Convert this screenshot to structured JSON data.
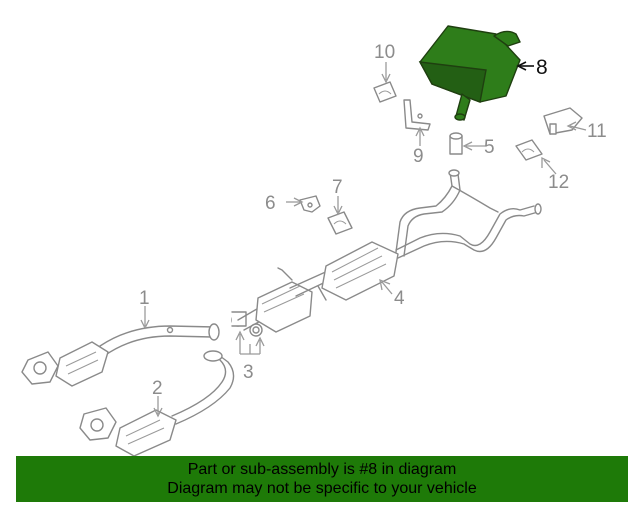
{
  "callouts": {
    "c1": "1",
    "c2": "2",
    "c3": "3",
    "c4": "4",
    "c5": "5",
    "c6": "6",
    "c7": "7",
    "c8": "8",
    "c9": "9",
    "c10": "10",
    "c11": "11",
    "c12": "12"
  },
  "highlight_part": "8",
  "colors": {
    "highlight": "#2e7d1a",
    "banner": "#1e7a08",
    "line": "#8a8a8a"
  },
  "banner": {
    "line1": "Part or sub-assembly is #8 in diagram",
    "line2": "Diagram may not be specific to your vehicle"
  }
}
